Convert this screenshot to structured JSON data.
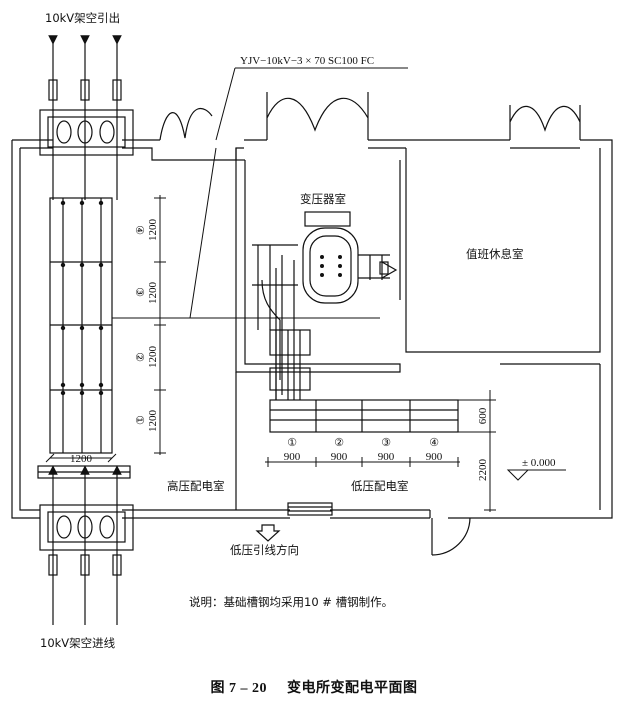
{
  "labels": {
    "outgoing_line": "10kV架空引出",
    "incoming_line": "10kV架空进线",
    "cable_spec": "YJV−10kV−3 × 70 SC100 FC",
    "transformer_room": "变压器室",
    "duty_room": "值班休息室",
    "hv_room": "高压配电室",
    "lv_room": "低压配电室",
    "lv_direction": "低压引线方向",
    "elevation": "± 0.000"
  },
  "hv_panels": [
    {
      "num": "④",
      "dim": "1200"
    },
    {
      "num": "③",
      "dim": "1200"
    },
    {
      "num": "②",
      "dim": "1200"
    },
    {
      "num": "①",
      "dim": "1200"
    }
  ],
  "hv_width_dim": "1200",
  "lv_panels": [
    {
      "num": "①",
      "dim": "900"
    },
    {
      "num": "②",
      "dim": "900"
    },
    {
      "num": "③",
      "dim": "900"
    },
    {
      "num": "④",
      "dim": "900"
    }
  ],
  "lv_depth_dim": "600",
  "lv_clear_dim": "2200",
  "note": "说明：基础槽钢均采用10 # 槽钢制作。",
  "caption": {
    "number": "图 7 – 20",
    "title": "变电所变配电平面图"
  }
}
